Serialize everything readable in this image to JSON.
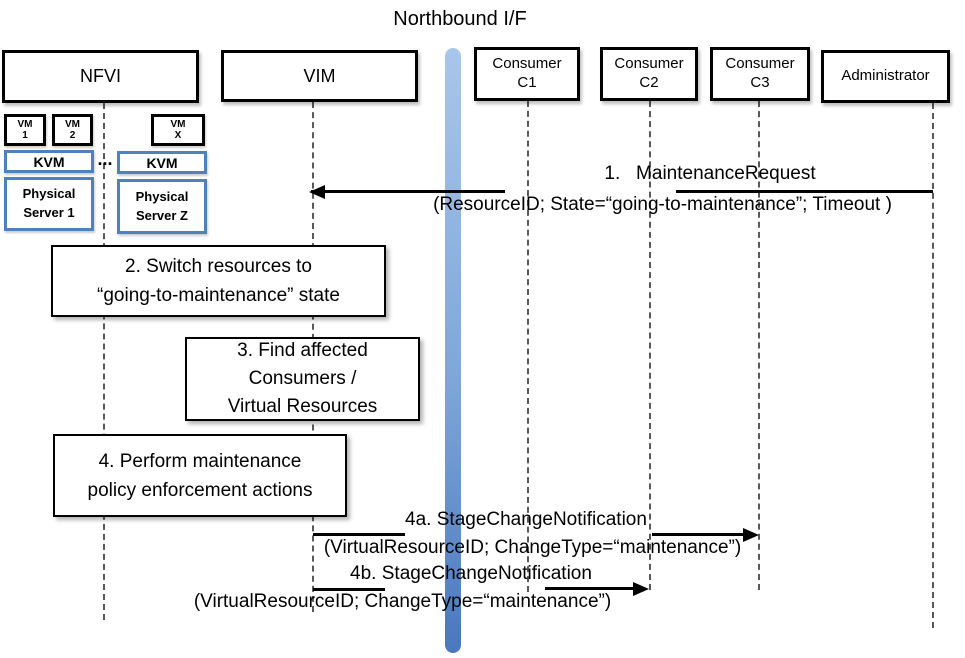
{
  "title": "Northbound I/F",
  "colors": {
    "bar_top": "#A8C6EA",
    "bar_bottom": "#4A78BE",
    "blue_border": "#4F81BD",
    "ink": "#000000",
    "lifeline": "#595959"
  },
  "actors": {
    "nfvi": {
      "label": "NFVI"
    },
    "vim": {
      "label": "VIM"
    },
    "consumer_c1": {
      "label": [
        "Consumer",
        "C1"
      ]
    },
    "consumer_c2": {
      "label": [
        "Consumer",
        "C2"
      ]
    },
    "consumer_c3": {
      "label": [
        "Consumer",
        "C3"
      ]
    },
    "administrator": {
      "label": "Administrator"
    }
  },
  "nfvi_internals": {
    "vm1": [
      "VM",
      "1"
    ],
    "vm2": [
      "VM",
      "2"
    ],
    "vmx": [
      "VM",
      "X"
    ],
    "kvm_left": "KVM",
    "kvm_right": "KVM",
    "ellipsis": "...",
    "physical_server_1": [
      "Physical",
      "Server 1"
    ],
    "physical_server_z": [
      "Physical",
      "Server Z"
    ]
  },
  "steps": {
    "step2": [
      "2. Switch resources to",
      "“going-to-maintenance” state"
    ],
    "step3": [
      "3. Find affected",
      "Consumers /",
      "Virtual Resources"
    ],
    "step4": [
      "4. Perform maintenance",
      "policy enforcement actions"
    ]
  },
  "messages": {
    "m1": {
      "label": "1.   MaintenanceRequest",
      "params": "(ResourceID; State=“going-to-maintenance”; Timeout )",
      "from": "Administrator",
      "to": "VIM"
    },
    "m4a": {
      "label": "4a. StageChangeNotification",
      "params": "(VirtualResourceID; ChangeType=“maintenance”)",
      "from": "VIM",
      "to": "Consumer C3"
    },
    "m4b": {
      "label": "4b. StageChangeNotification",
      "params": "(VirtualResourceID; ChangeType=“maintenance”)",
      "from": "VIM",
      "to": "Consumer C2"
    }
  }
}
